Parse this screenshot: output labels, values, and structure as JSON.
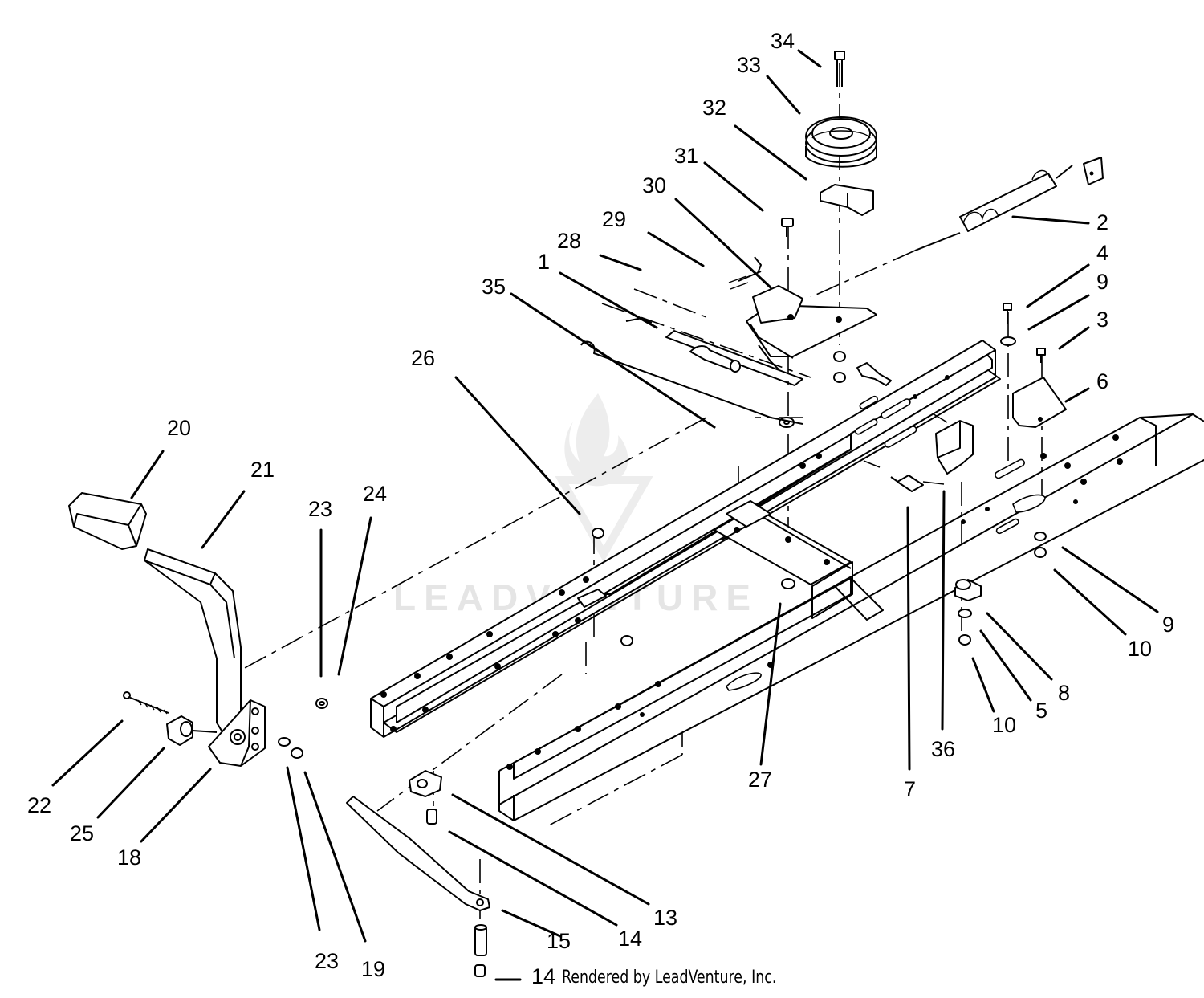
{
  "diagram": {
    "credit": "Rendered by LeadVenture, Inc.",
    "watermark": "LEADVENTURE",
    "callouts": [
      {
        "id": "c34",
        "label": "34"
      },
      {
        "id": "c33",
        "label": "33"
      },
      {
        "id": "c32",
        "label": "32"
      },
      {
        "id": "c31",
        "label": "31"
      },
      {
        "id": "c30",
        "label": "30"
      },
      {
        "id": "c29",
        "label": "29"
      },
      {
        "id": "c28",
        "label": "28"
      },
      {
        "id": "c1",
        "label": "1"
      },
      {
        "id": "c35",
        "label": "35"
      },
      {
        "id": "c2",
        "label": "2"
      },
      {
        "id": "c4",
        "label": "4"
      },
      {
        "id": "c9a",
        "label": "9"
      },
      {
        "id": "c3",
        "label": "3"
      },
      {
        "id": "c6",
        "label": "6"
      },
      {
        "id": "c26",
        "label": "26"
      },
      {
        "id": "c20",
        "label": "20"
      },
      {
        "id": "c21",
        "label": "21"
      },
      {
        "id": "c23a",
        "label": "23"
      },
      {
        "id": "c24",
        "label": "24"
      },
      {
        "id": "c9b",
        "label": "9"
      },
      {
        "id": "c10a",
        "label": "10"
      },
      {
        "id": "c8",
        "label": "8"
      },
      {
        "id": "c5",
        "label": "5"
      },
      {
        "id": "c10b",
        "label": "10"
      },
      {
        "id": "c36",
        "label": "36"
      },
      {
        "id": "c7",
        "label": "7"
      },
      {
        "id": "c27",
        "label": "27"
      },
      {
        "id": "c22",
        "label": "22"
      },
      {
        "id": "c25",
        "label": "25"
      },
      {
        "id": "c18",
        "label": "18"
      },
      {
        "id": "c23b",
        "label": "23"
      },
      {
        "id": "c19",
        "label": "19"
      },
      {
        "id": "c13",
        "label": "13"
      },
      {
        "id": "c14a",
        "label": "14"
      },
      {
        "id": "c15",
        "label": "15"
      },
      {
        "id": "c14b",
        "label": "14"
      }
    ]
  }
}
